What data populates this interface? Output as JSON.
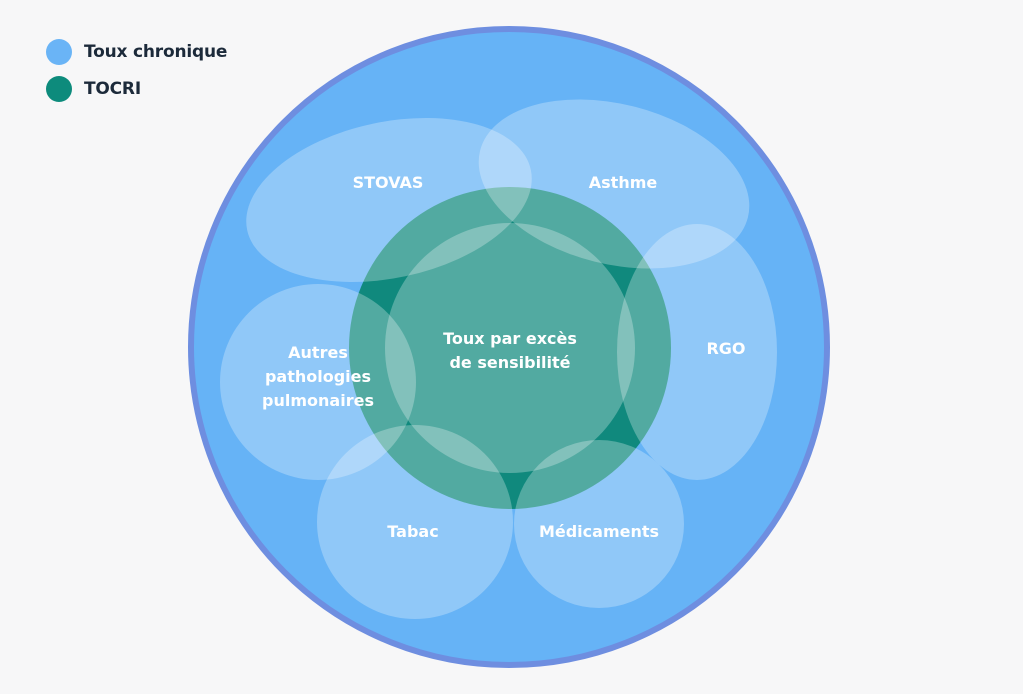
{
  "legend": {
    "items": [
      {
        "label": "Toux chronique",
        "color": "#6ab4f6"
      },
      {
        "label": "TOCRI",
        "color": "#0d8b7c"
      }
    ]
  },
  "diagram": {
    "outer_circle_color": "#66b3f6",
    "outer_ring_color": "#6e8ee0",
    "core_color": "#0f8b7e",
    "petal_color": "#ffffff",
    "center_label": [
      "Toux par excès",
      "de sensibilité"
    ],
    "causes": {
      "stovas": "STOVAS",
      "asthme": "Asthme",
      "rgo": "RGO",
      "medicaments": "Médicaments",
      "tabac": "Tabac",
      "autres": [
        "Autres",
        "pathologies",
        "pulmonaires"
      ]
    }
  }
}
